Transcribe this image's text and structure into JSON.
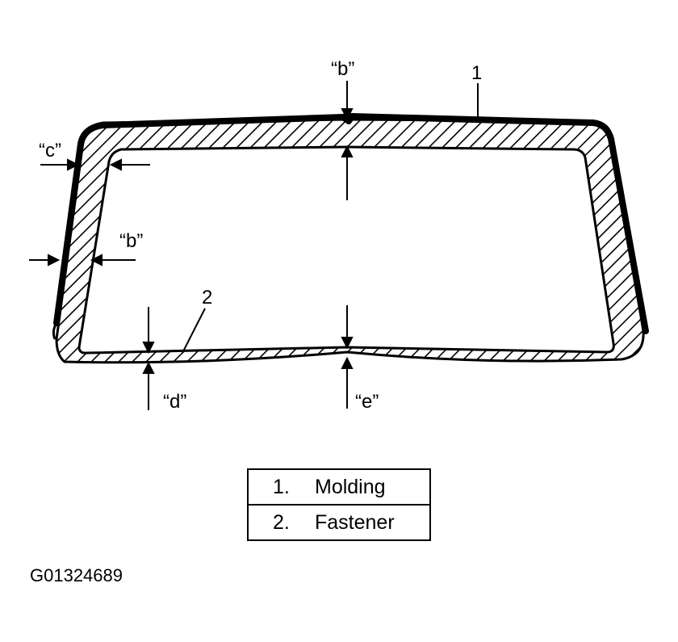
{
  "callouts": {
    "part_1": "1",
    "part_2": "2",
    "b_top": "“b”",
    "b_left": "“b”",
    "c": "“c”",
    "d": "“d”",
    "e": "“e”"
  },
  "legend": [
    {
      "number": "1.",
      "label": "Molding"
    },
    {
      "number": "2.",
      "label": "Fastener"
    }
  ],
  "figure_id": "G01324689"
}
